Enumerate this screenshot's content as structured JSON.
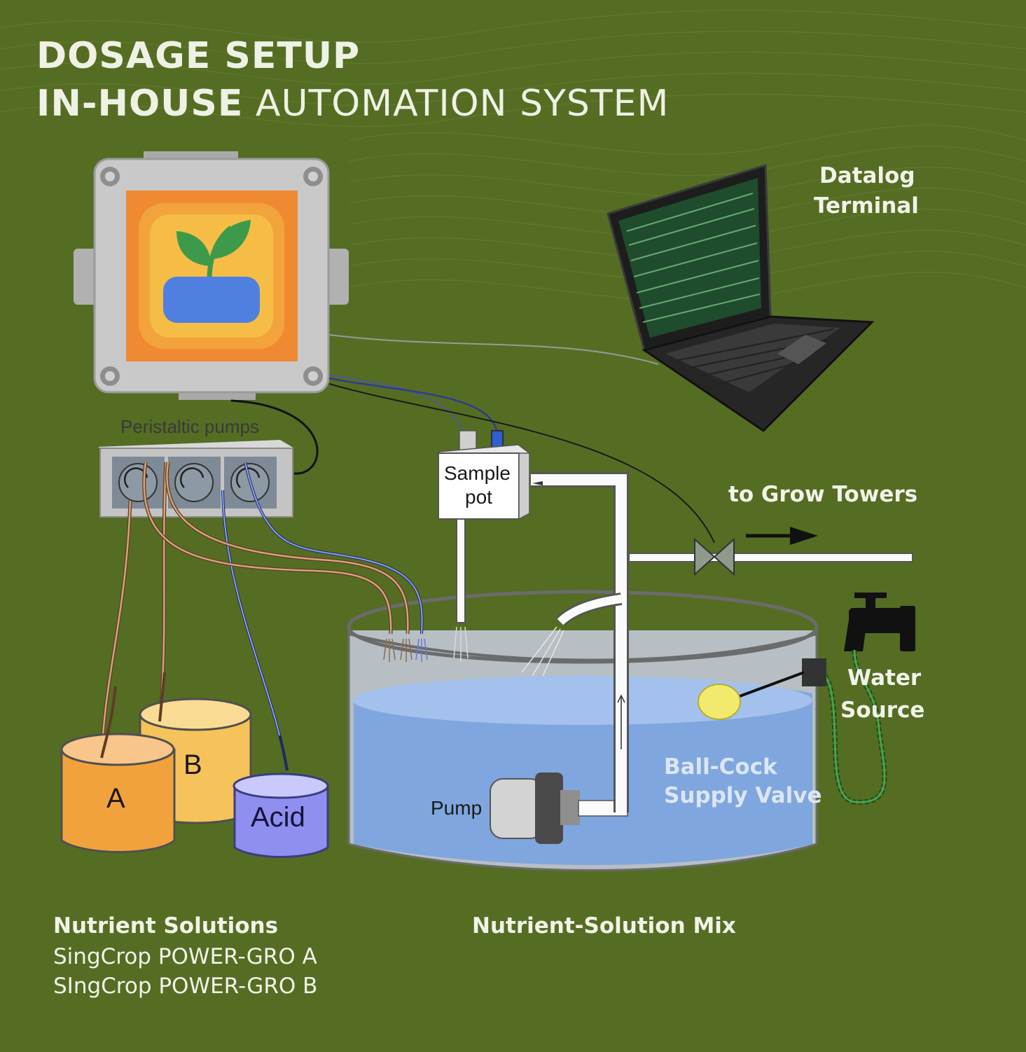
{
  "title": {
    "line1": "DOSAGE SETUP",
    "line2_bold": "IN-HOUSE",
    "line2_rest": "AUTOMATION SYSTEM"
  },
  "labels": {
    "datalog_line1": "Datalog",
    "datalog_line2": "Terminal",
    "peristaltic_pumps": "Peristaltic pumps",
    "sample_pot_line1": "Sample",
    "sample_pot_line2": "pot",
    "to_grow_towers": "to Grow Towers",
    "water_line1": "Water",
    "water_line2": "Source",
    "ballcock_line1": "Ball-Cock",
    "ballcock_line2": "Supply Valve",
    "pump": "Pump",
    "container_a": "A",
    "container_b": "B",
    "container_acid": "Acid",
    "nutrient_solutions_title": "Nutrient Solutions",
    "nutrient_solution_1": "SingCrop POWER-GRO A",
    "nutrient_solution_2": "SIngCrop POWER-GRO B",
    "nutrient_mix": "Nutrient-Solution Mix"
  },
  "colors": {
    "background": "#546d23",
    "controller_box": "#c9c9c9",
    "icon_orange": "#ef8a33",
    "icon_yellow": "#f5bd45",
    "icon_blue": "#4f80e0",
    "icon_leaf": "#3e9a4b",
    "solution_a": "#f2a23c",
    "solution_b": "#f6c35a",
    "acid": "#8f8ff0",
    "water": "#7fa6de"
  }
}
